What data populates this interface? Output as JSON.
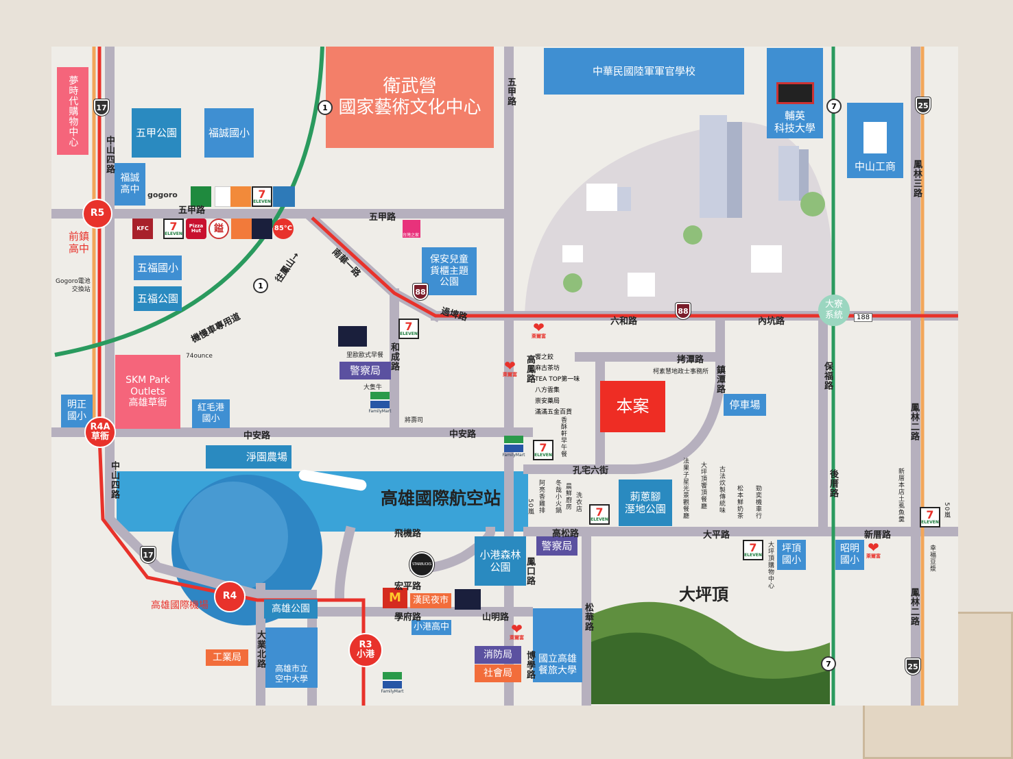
{
  "landmarks": {
    "wuwei_1": "衛武營",
    "wuwei_2": "國家藝術文化中心",
    "army": "中華民國陸軍軍官學校",
    "fooyin_1": "輔英",
    "fooyin_2": "科技大學",
    "zhongshan_voc": "中山工商",
    "mall": "夢時代購物中心",
    "wujia_park": "五甲公園",
    "fucheng_elem": "福誠國小",
    "fucheng_high_1": "福誠",
    "fucheng_high_2": "高中",
    "wufu_elem": "五福國小",
    "wufu_park": "五福公園",
    "qianzhen_high_1": "前鎮",
    "qianzhen_high_2": "高中",
    "gogoro_station_1": "Gogoro電池",
    "gogoro_station_2": "交換站",
    "skm_1": "SKM Park",
    "skm_2": "Outlets",
    "skm_3": "高雄草衙",
    "mingzheng_1": "明正",
    "mingzheng_2": "國小",
    "hongmaogang_1": "紅毛港",
    "hongmaogang_2": "國小",
    "jingyuan": "淨園農場",
    "airport": "高雄國際航空站",
    "airport_mrt": "高雄國際機場",
    "kaohsiung_park": "高雄公園",
    "industry_bureau": "工業局",
    "open_univ_1": "高雄市立",
    "open_univ_2": "空中大學",
    "police": "警察局",
    "baoan_1": "保安兒童",
    "baoan_2": "貨櫃主題",
    "baoan_3": "公園",
    "xiaogang_forest_1": "小港森林",
    "xiaogang_forest_2": "公園",
    "hanmin": "漢民夜市",
    "xiaogang_high": "小港高中",
    "fire": "消防局",
    "social": "社會局",
    "hospitality_1": "國立高雄",
    "hospitality_2": "餐旅大學",
    "project": "本案",
    "parking": "停車場",
    "wetland_1": "莿蔥腳",
    "wetland_2": "溼地公園",
    "dapingding": "大坪頂",
    "pingding_elem_1": "坪頂",
    "pingding_elem_2": "國小",
    "zhaoming_1": "昭明",
    "zhaoming_2": "國小",
    "daliao_1": "大寮",
    "daliao_2": "系統",
    "taiwan_house": "台灣之家"
  },
  "roads": {
    "wujia": "五甲路",
    "wujia_v": "五甲路",
    "zhongshan4": "中山四路",
    "nanhua1": "南華一路",
    "guopi": "過埤路",
    "liuhe": "六和路",
    "neikeng": "內坑路",
    "hecheng": "和成路",
    "zhongan": "中安路",
    "gaofeng": "高鳳路",
    "kaotan": "拷潭路",
    "zhentan": "鎮潭路",
    "kongzhai6": "孔宅六街",
    "gaosong": "高松路",
    "daping": "大平路",
    "xincuo": "新厝路",
    "houcuo": "後厝路",
    "baofu": "保福路",
    "fenglin3": "鳳林三路",
    "fenglin2": "鳳林二路",
    "feiji": "飛機路",
    "hongping": "宏平路",
    "xuefu": "學府路",
    "shanming": "山明路",
    "boxue": "博學路",
    "fengkou": "鳳口路",
    "songhua": "松華路",
    "daye_n": "大業北路",
    "scooter": "機慢車專用道",
    "to_fengshan": "往鳳山→"
  },
  "mrt": {
    "r5": "R5",
    "r4a": "R4A",
    "r4a_name": "草衙",
    "r4": "R4",
    "r3": "R3",
    "r3_name": "小港"
  },
  "routes": {
    "r17": "17",
    "r1": "1",
    "r88": "88",
    "r7": "7",
    "r25": "25",
    "r188": "188"
  },
  "shops": {
    "s1": "饗之餃",
    "s2": "麻古茶坊",
    "s3": "TEA TOP第一味",
    "s4": "八方雲集",
    "s5": "崇安藥局",
    "s6": "滿滿五金百貨",
    "s7": "香酥軒早午餐",
    "s8": "柯素慧地政士事務所",
    "s9": "阿亮香雞排",
    "s10": "50嵐",
    "s11": "冬哉小火鍋",
    "s12": "晨鮮廚房",
    "s13": "洗衣店",
    "s14": "法果子星光景觀餐廳",
    "s15": "大坪頂饗頂餐廳",
    "s16": "古法炊製傳統味",
    "s17": "松本鮮奶茶",
    "s18": "勁奕機車行",
    "s19": "大坪頂購物中心",
    "s20": "新厝本店土虱魚羹",
    "s21": "50嵐",
    "s22": "幸福豆漿",
    "s23": "里歐歐式早餐",
    "s24": "大隻牛",
    "s25": "將壽司",
    "s26": "74ounce"
  },
  "brands": {
    "gogoro": "gogoro",
    "seven": "7",
    "seven_sub": "ELEVEN",
    "kfc": "KFC",
    "pizza": "Pizza Hut",
    "n85": "85°C",
    "familymart": "FamilyMart",
    "hilife": "萊爾富",
    "starbucks": "STARBUCKS",
    "mcd": "M",
    "yuan": "鎰"
  },
  "colors": {
    "mrt_red": "#e8322b",
    "road": "#b6b0be",
    "green_line": "#2a9a5e",
    "blue_box": "#3f8fd2",
    "project_red": "#ee2d24"
  }
}
